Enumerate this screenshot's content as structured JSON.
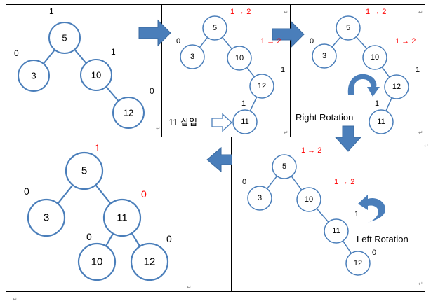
{
  "colors": {
    "node_stroke": "#4a7eba",
    "arrow_fill": "#4a7eba",
    "text": "#000000",
    "changed_factor": "#ff0000",
    "rotation_arrow": "#4a7eba"
  },
  "panels": [
    {
      "id": "initial",
      "nodes": [
        {
          "id": "n5",
          "label": "5",
          "factor": "1",
          "factor_color": "black"
        },
        {
          "id": "n3",
          "label": "3",
          "factor": "0",
          "factor_color": "black"
        },
        {
          "id": "n10",
          "label": "10",
          "factor": "1",
          "factor_color": "black"
        },
        {
          "id": "n12",
          "label": "12",
          "factor": "0",
          "factor_color": "black"
        }
      ]
    },
    {
      "id": "insert",
      "caption": "11 삽입",
      "nodes": [
        {
          "id": "n5",
          "label": "5",
          "factor": "1 → 2",
          "factor_color": "red"
        },
        {
          "id": "n3",
          "label": "3",
          "factor": "0",
          "factor_color": "black"
        },
        {
          "id": "n10",
          "label": "10",
          "factor": "1 → 2",
          "factor_color": "red"
        },
        {
          "id": "n12",
          "label": "12",
          "factor": "1",
          "factor_color": "black"
        },
        {
          "id": "n11",
          "label": "11",
          "factor": "1",
          "factor_color": "black"
        }
      ]
    },
    {
      "id": "right-rotation",
      "caption": "Right  Rotation",
      "nodes": [
        {
          "id": "n5",
          "label": "5",
          "factor": "1 → 2",
          "factor_color": "red"
        },
        {
          "id": "n3",
          "label": "3",
          "factor": "0",
          "factor_color": "black"
        },
        {
          "id": "n10",
          "label": "10",
          "factor": "1 → 2",
          "factor_color": "red"
        },
        {
          "id": "n12",
          "label": "12",
          "factor": "1",
          "factor_color": "black"
        },
        {
          "id": "n11",
          "label": "11",
          "factor": "1",
          "factor_color": "black"
        }
      ]
    },
    {
      "id": "left-rotation",
      "caption": "Left Rotation",
      "nodes": [
        {
          "id": "n5",
          "label": "5",
          "factor": "1 → 2",
          "factor_color": "red"
        },
        {
          "id": "n3",
          "label": "3",
          "factor": "0",
          "factor_color": "black"
        },
        {
          "id": "n10",
          "label": "10",
          "factor": "1 → 2",
          "factor_color": "red"
        },
        {
          "id": "n11",
          "label": "11",
          "factor": "1",
          "factor_color": "black"
        },
        {
          "id": "n12",
          "label": "12",
          "factor": "0",
          "factor_color": "black"
        }
      ]
    },
    {
      "id": "final",
      "nodes": [
        {
          "id": "n5",
          "label": "5",
          "factor": "1",
          "factor_color": "red"
        },
        {
          "id": "n3",
          "label": "3",
          "factor": "0",
          "factor_color": "black"
        },
        {
          "id": "n11",
          "label": "11",
          "factor": "0",
          "factor_color": "red"
        },
        {
          "id": "n10",
          "label": "10",
          "factor": "0",
          "factor_color": "black"
        },
        {
          "id": "n12",
          "label": "12",
          "factor": "0",
          "factor_color": "black"
        }
      ]
    }
  ],
  "paragraph_mark": "↵"
}
